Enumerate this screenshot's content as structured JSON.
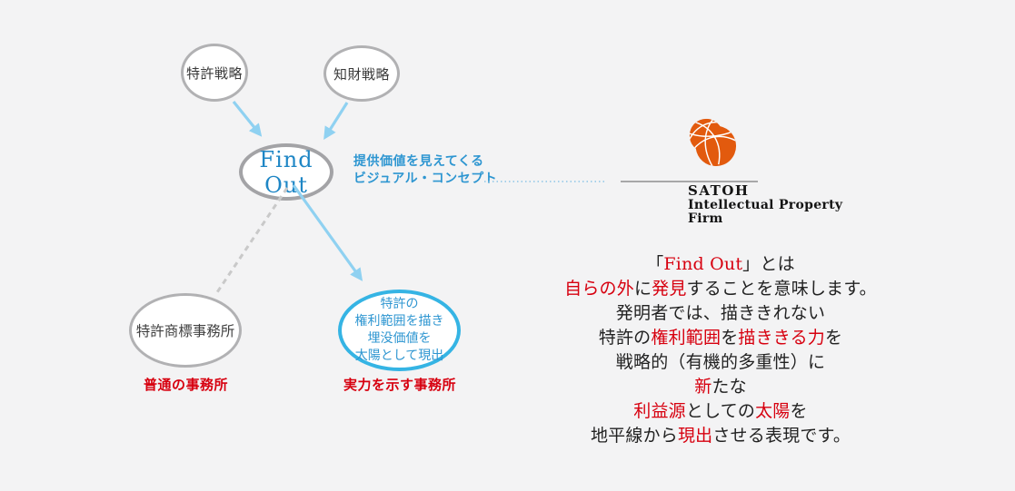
{
  "colors": {
    "background": "#f3f3f4",
    "accent_red": "#d7000f",
    "findout_blue": "#1e86c5",
    "annotation_blue": "#2e96d1",
    "sun_node_border_blue": "#35b4e4",
    "arrow_light_blue": "#8fd1f1",
    "node_border_gray": "#b1b1b3",
    "logo_orange": "#e25a0e",
    "text_dark": "#222222"
  },
  "diagram": {
    "nodes": {
      "patent_strategy": "特許戦略",
      "ip_strategy": "知財戦略",
      "find_out": "Find Out",
      "trademark_office": "特許商標事務所",
      "sun_office_lines": [
        "特許の",
        "権利範囲を描き",
        "埋没価値を",
        "太陽として現出"
      ]
    },
    "annotation": {
      "line1": "提供価値を見えてくる",
      "line2": "ビジュアル・コンセプト"
    },
    "labels": {
      "ordinary_office": "普通の事務所",
      "capable_office": "実力を示す事務所"
    }
  },
  "brand": {
    "logo_icon": "orange-thread-ball-icon",
    "line1": "SATOH",
    "line2": "Intellectual Property",
    "line3": "Firm"
  },
  "message": {
    "lines": [
      [
        {
          "text": "「",
          "color": "dark"
        },
        {
          "text": "Find Out",
          "color": "red"
        },
        {
          "text": "」とは",
          "color": "dark"
        }
      ],
      [
        {
          "text": "自らの外",
          "color": "red"
        },
        {
          "text": "に",
          "color": "dark"
        },
        {
          "text": "発見",
          "color": "red"
        },
        {
          "text": "することを意味します。",
          "color": "dark"
        }
      ],
      [
        {
          "text": "発明者では、描ききれない",
          "color": "dark"
        }
      ],
      [
        {
          "text": "特許の",
          "color": "dark"
        },
        {
          "text": "権利範囲",
          "color": "red"
        },
        {
          "text": "を",
          "color": "dark"
        },
        {
          "text": "描ききる力",
          "color": "red"
        },
        {
          "text": "を",
          "color": "dark"
        }
      ],
      [
        {
          "text": "戦略的（有機的多重性）に",
          "color": "dark"
        }
      ],
      [
        {
          "text": "新",
          "color": "red"
        },
        {
          "text": "たな",
          "color": "dark"
        }
      ],
      [
        {
          "text": "利益源",
          "color": "red"
        },
        {
          "text": "としての",
          "color": "dark"
        },
        {
          "text": "太陽",
          "color": "red"
        },
        {
          "text": "を",
          "color": "dark"
        }
      ],
      [
        {
          "text": "地平線から",
          "color": "dark"
        },
        {
          "text": "現出",
          "color": "red"
        },
        {
          "text": "させる表現です。",
          "color": "dark"
        }
      ]
    ]
  }
}
